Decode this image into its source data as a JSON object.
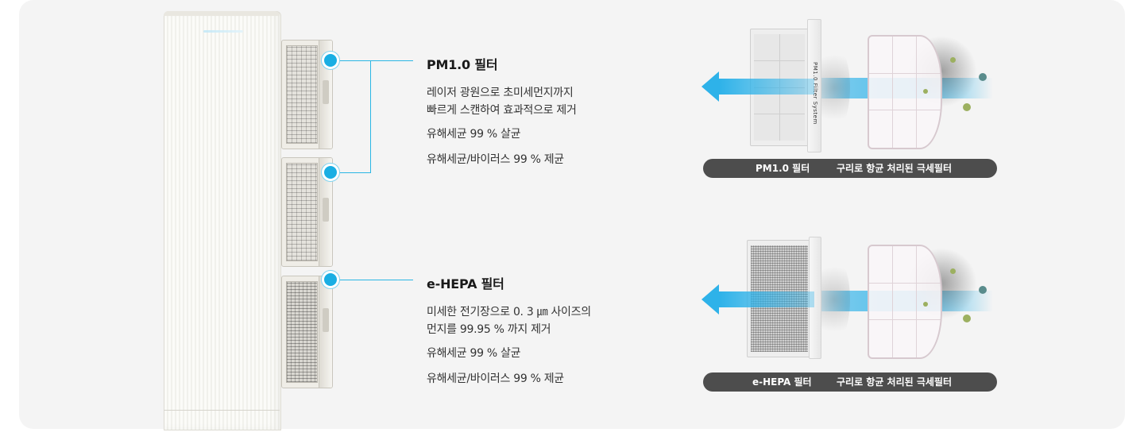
{
  "sections": [
    {
      "title": "PM1.0 필터",
      "description": "레이저 광원으로 초미세먼지까지\n빠르게 스캔하여 효과적으로 제거",
      "features": [
        "유해세균 99 % 살균",
        "유해세균/바이러스 99 % 제균"
      ],
      "illustration": {
        "filter_side_text": "PM1.0 Filter System",
        "labels": [
          "PM1.0 필터",
          "구리로 항균 처리된 극세필터"
        ]
      }
    },
    {
      "title": "e-HEPA 필터",
      "description": "미세한 전기장으로 0. 3 ㎛ 사이즈의\n먼지를 99.95 % 까지 제거",
      "features": [
        "유해세균 99 % 살균",
        "유해세균/바이러스 99 % 제균"
      ],
      "illustration": {
        "labels": [
          "e-HEPA 필터",
          "구리로 항균 처리된 극세필터"
        ]
      }
    }
  ],
  "colors": {
    "accent": "#19aee3",
    "background": "#f4f4f4",
    "label_pill": "#4d4d4d"
  },
  "icons": [
    "connector-dot",
    "airflow-arrow"
  ]
}
